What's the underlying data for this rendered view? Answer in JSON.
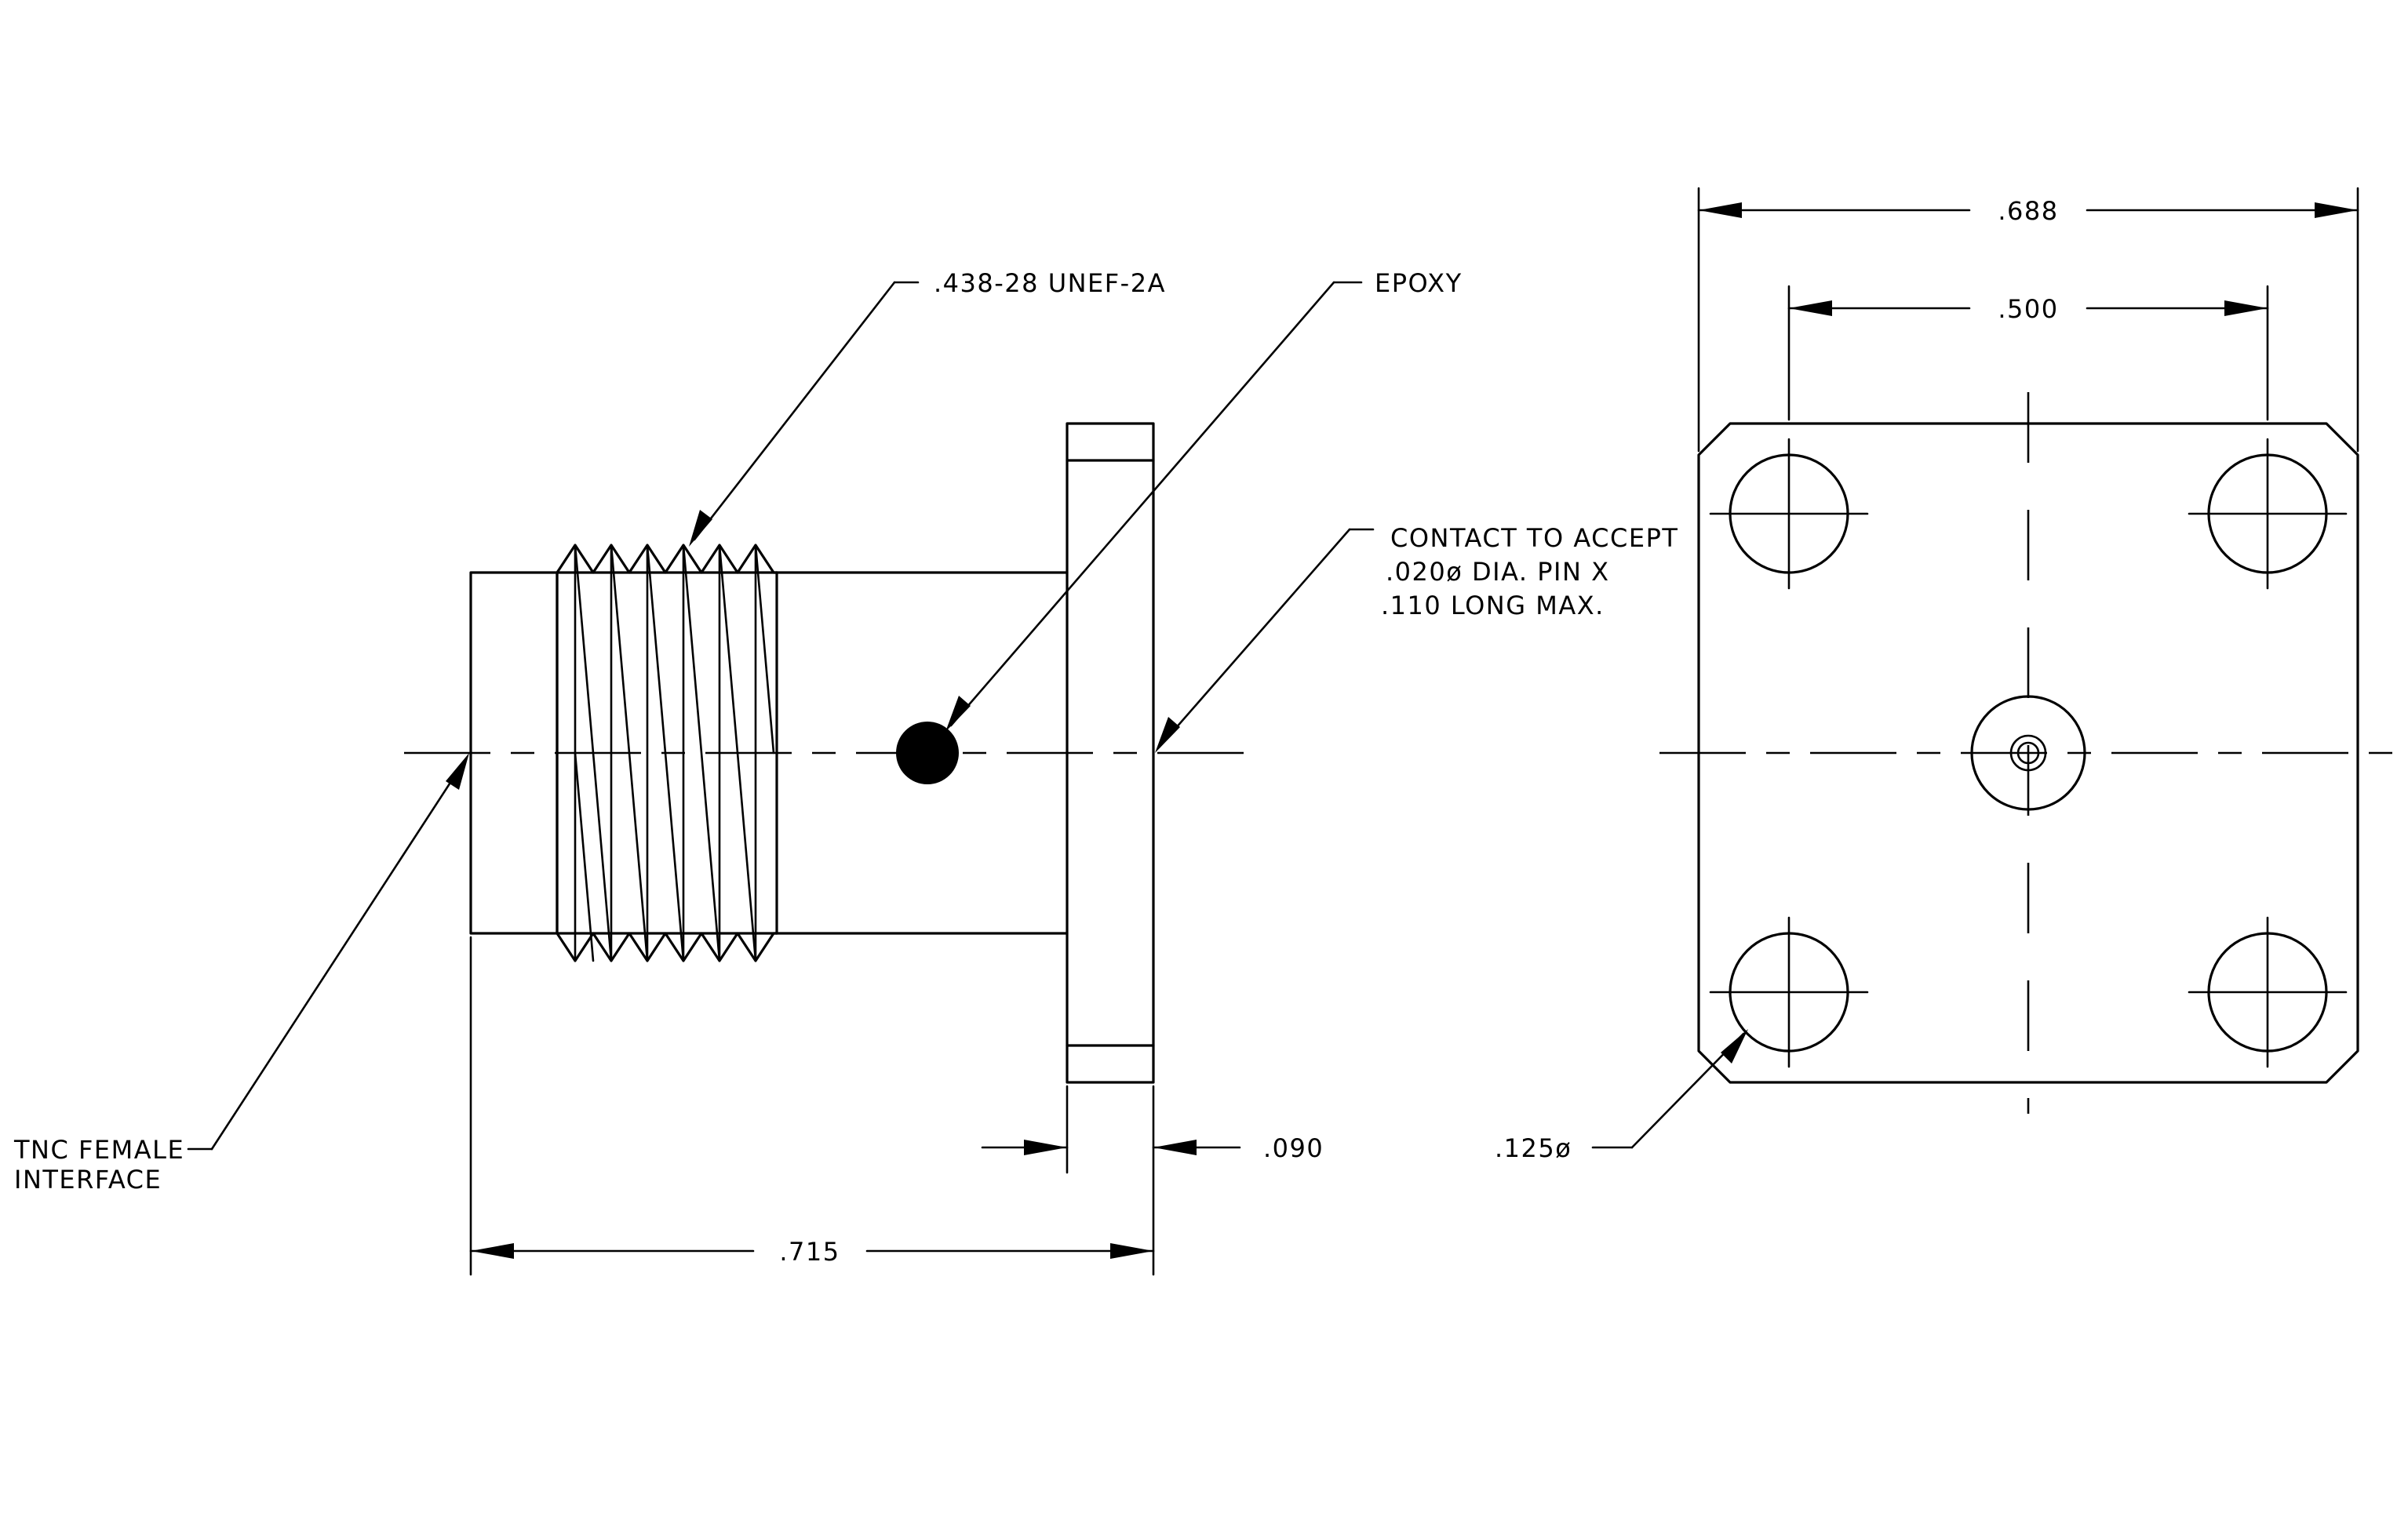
{
  "labels": {
    "thread": ".438-28 UNEF-2A",
    "epoxy": "EPOXY",
    "contact_line1": "CONTACT TO ACCEPT",
    "contact_line2": ".020ø DIA. PIN X",
    "contact_line3": ".110 LONG MAX.",
    "interface_line1": "TNC FEMALE",
    "interface_line2": "INTERFACE"
  },
  "dimensions": {
    "overall_length": ".715",
    "flange_thickness": ".090",
    "flange_width": ".688",
    "hole_spacing": ".500",
    "hole_diameter": ".125ø"
  }
}
